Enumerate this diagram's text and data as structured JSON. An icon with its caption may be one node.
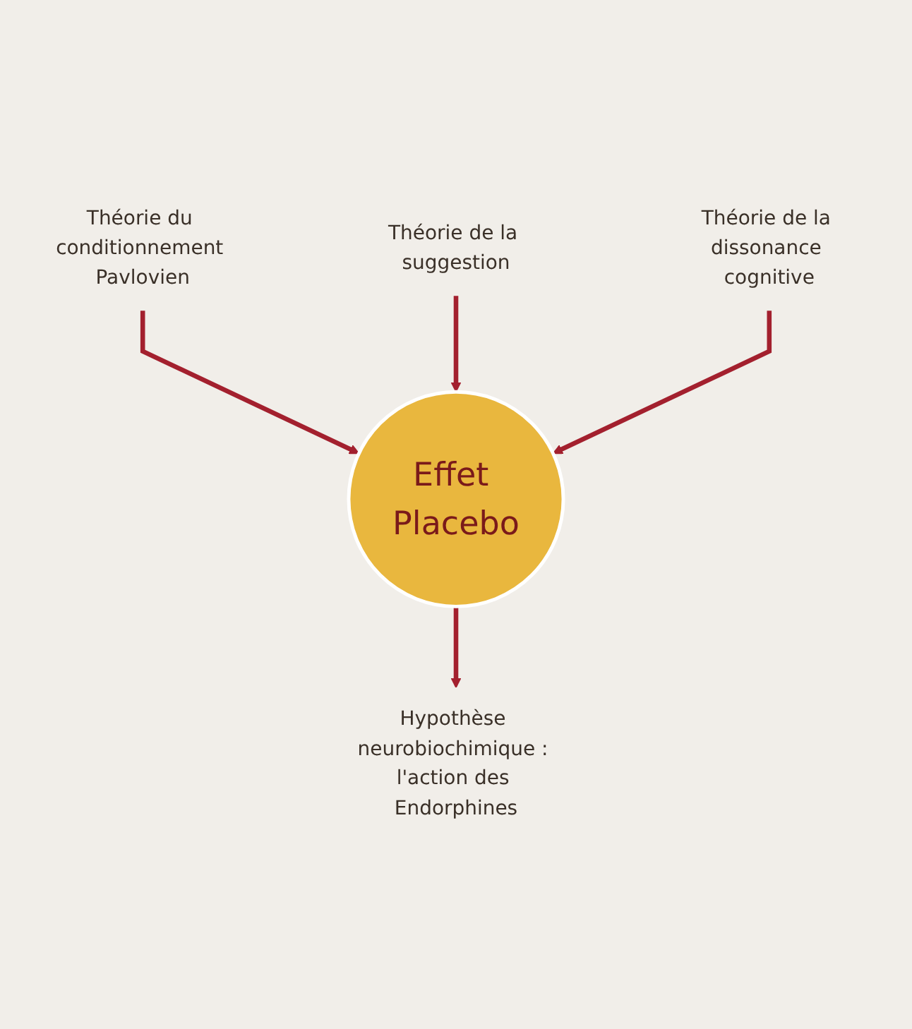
{
  "diagram": {
    "nodes": [
      {
        "text": [
          "Théorie du conditionnement Pavlovien"
        ]
      },
      {
        "text": [
          "Théorie de la suggestion"
        ]
      },
      {
        "text": [
          "Théorie de la dissonance cognitive"
        ]
      },
      {
        "text": [
          "Effet Placebo"
        ]
      },
      {
        "text": [
          "Hypothèse neurobiochimique : l'action des Endorphines"
        ]
      }
    ],
    "edges": [
      {
        "from": 0,
        "to": 3,
        "arrow": "to"
      },
      {
        "from": 1,
        "to": 3,
        "arrow": "to"
      },
      {
        "from": 2,
        "to": 3,
        "arrow": "to"
      },
      {
        "from": 3,
        "to": 4,
        "arrow": "to"
      }
    ]
  }
}
